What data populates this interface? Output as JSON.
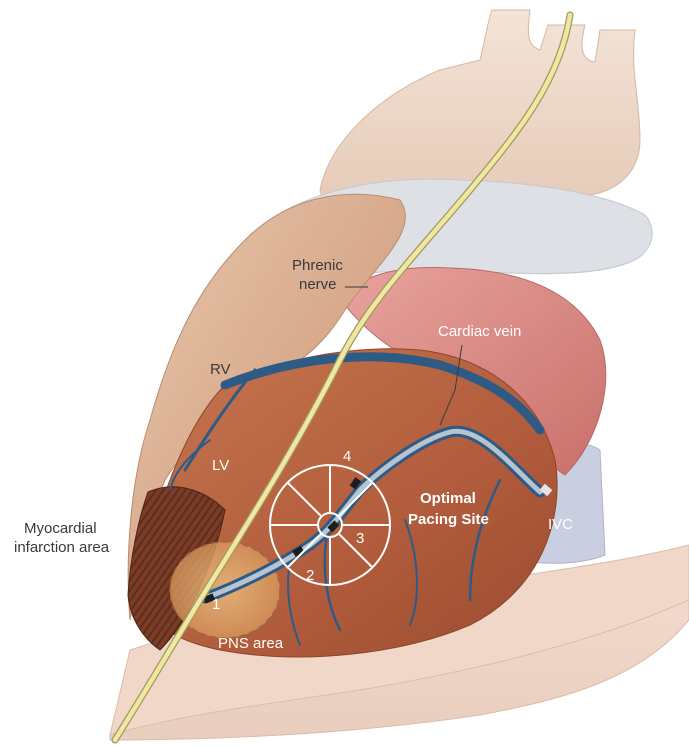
{
  "labels": {
    "phrenic_nerve_line1": "Phrenic",
    "phrenic_nerve_line2": "nerve",
    "cardiac_vein": "Cardiac vein",
    "rv": "RV",
    "lv": "LV",
    "myocardial_line1": "Myocardial",
    "myocardial_line2": "infarction area",
    "optimal_line1": "Optimal",
    "optimal_line2": "Pacing Site",
    "ivc": "IVC",
    "pns_area": "PNS area"
  },
  "pacing_sites": [
    "1",
    "2",
    "3",
    "4"
  ],
  "colors": {
    "lv_wall": "#b5603f",
    "rv_wall": "#d9aa8c",
    "aorta": "#ecd4c4",
    "atrium": "#dfe3e8",
    "left_atrium": "#d98a86",
    "vein": "#2e5b86",
    "nerve": "#efe49a",
    "infarct": "#7d3e28",
    "pns_zone": "#e4b170",
    "lead": "#9fb0be"
  }
}
